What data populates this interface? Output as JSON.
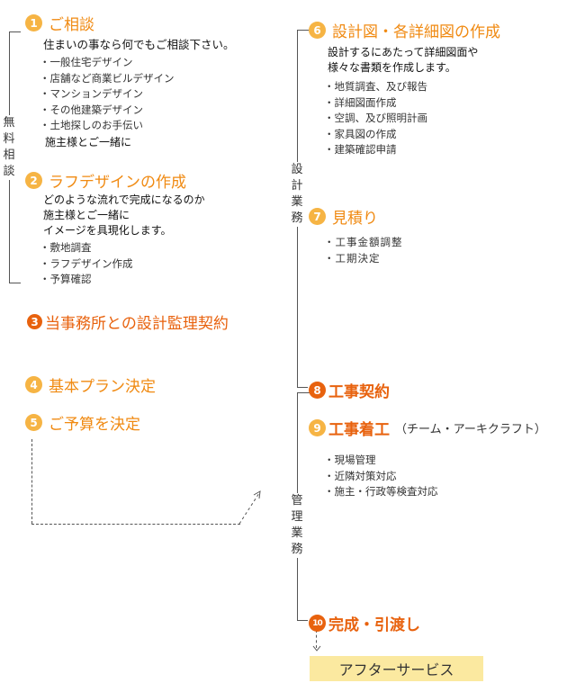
{
  "steps": [
    {
      "num": "1",
      "title": "ご相談"
    },
    {
      "num": "2",
      "title": "ラフデザインの作成"
    },
    {
      "num": "3",
      "title": "当事務所との設計監理契約"
    },
    {
      "num": "4",
      "title": "基本プラン決定"
    },
    {
      "num": "5",
      "title": "ご予算を決定"
    },
    {
      "num": "6",
      "title": "設計図・各詳細図の作成"
    },
    {
      "num": "7",
      "title": "見積り"
    },
    {
      "num": "8",
      "title": "工事契約"
    },
    {
      "num": "9",
      "title": "工事着工",
      "sub": "（チーム・アーキクラフト）"
    },
    {
      "num": "10",
      "title": "完成・引渡し"
    }
  ],
  "step1": {
    "desc": "住まいの事なら何でもご相談下さい。",
    "items": [
      "一般住宅デザイン",
      "店舗など商業ビルデザイン",
      "マンションデザイン",
      "その他建築デザイン",
      "土地探しのお手伝い"
    ],
    "note": "施主様とご一緒に"
  },
  "step2": {
    "desc": [
      "どのような流れで完成になるのか",
      "施主様とご一緒に",
      "イメージを具現化します。"
    ],
    "items": [
      "敷地調査",
      "ラフデザイン作成",
      "予算確認"
    ]
  },
  "step6": {
    "desc": [
      "設計するにあたって詳細図面や",
      "様々な書類を作成します。"
    ],
    "items": [
      "地質調査、及び報告",
      "詳細図面作成",
      "空調、及び照明計画",
      "家具図の作成",
      "建築確認申請"
    ]
  },
  "step7": {
    "items": [
      "工事金額調整",
      "工期決定"
    ]
  },
  "step9": {
    "items": [
      "現場管理",
      "近隣対策対応",
      "施主・行政等検査対応"
    ]
  },
  "labels": {
    "free": [
      "無",
      "料",
      "相",
      "談"
    ],
    "design": [
      "設",
      "計",
      "業",
      "務"
    ],
    "management": [
      "管",
      "理",
      "業",
      "務"
    ]
  },
  "after_service": "アフターサービス",
  "colors": {
    "light_orange": "#f6b444",
    "dark_orange": "#e8620e",
    "title_orange": "#f08a12",
    "after_bg": "#fbe9a0"
  }
}
